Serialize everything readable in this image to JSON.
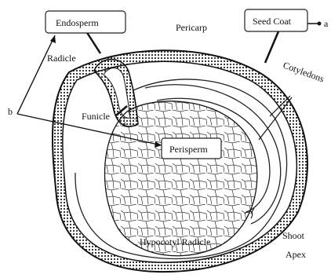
{
  "labels": {
    "endosperm": "Endosperm",
    "seed_coat": "Seed Coat",
    "pericarp": "Pericarp",
    "radicle": "Radicle",
    "cotyledons": "Cotyledons",
    "funicle": "Funicle",
    "b": "b",
    "perisperm": "Perisperm",
    "hypocotyl_radicle": "Hypocotyl Radicle",
    "shoot_apex_1": "Shoot",
    "shoot_apex_2": "Apex",
    "right_edge": "a"
  }
}
